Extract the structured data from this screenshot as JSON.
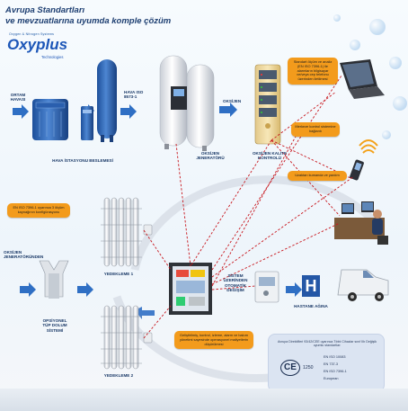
{
  "header": {
    "line1": "Avrupa Standartları",
    "line2": "ve mevzuatlarına uyumda komple çözüm"
  },
  "logo": {
    "tagline": "Oxygen & Nitrogen Systems",
    "brand": "Oxyplus",
    "sub": "Technologies"
  },
  "labels": {
    "ortam_havasi": "ORTAM HAVASI",
    "hava_istasyonu": "HAVA İSTASYONU BESLEMESİ",
    "hava_iso": "HAVA ISO 8573-1",
    "oksijen": "OKSİJEN",
    "oksijen_jeneratoru": "OKSİJEN JENERATÖRÜ",
    "oksijen_kalite": "OKSİJEN KALİTE KONTROLÜ",
    "oksijen_jeneratorunden": "OKSİJEN JENERATÖRÜNDEN",
    "opsiyonel": "OPSİYONEL TÜP DOLUM SİSTEMİ",
    "yedekleme1": "YEDEKLEME 1",
    "yedekleme2": "YEDEKLEME 2",
    "sistem": "SİSTEM ÜZERİNDEN OTOMATİK DEĞİŞİM",
    "hastane": "HASTANE AĞINA",
    "h_letter": "H"
  },
  "callouts": {
    "standart": "Standart ölçüm ve analiz (EN ISO 7396-1) ile alarmların bilgisayar ve/veya cep telefonu üzerinden iletilmesi",
    "merkez": "Merkeze kontrol sistemine bağlantı",
    "uzaktan": "Uzaktan kumanda ve yardım",
    "en_iso": "EN ISO 7396-1 uyarınca 3 ölçüm kaynağının konfigürasyonu",
    "gelistirilmis": "Geliştirilmiş, kontrol, izleme, alarm ve bakım yönetimi sayesinde operasyonel maliyetlerin düşürülmesi"
  },
  "certification": {
    "intro": "Avrupa Direktifleri 93/42/CEE uyarınca Tıbbi Cihazlar sınıf IIb Değişik uyumlu standartlar:",
    "ce_mark": "CE",
    "number": "1250",
    "standards": [
      "EN ISO 10083",
      "EN 737-3",
      "EN ISO 7396-1",
      "European"
    ]
  },
  "colors": {
    "accent_orange": "#f39b1c",
    "link_red": "#c8161d",
    "brand_blue": "#1c56b8",
    "hospital_blue": "#2457a6"
  }
}
